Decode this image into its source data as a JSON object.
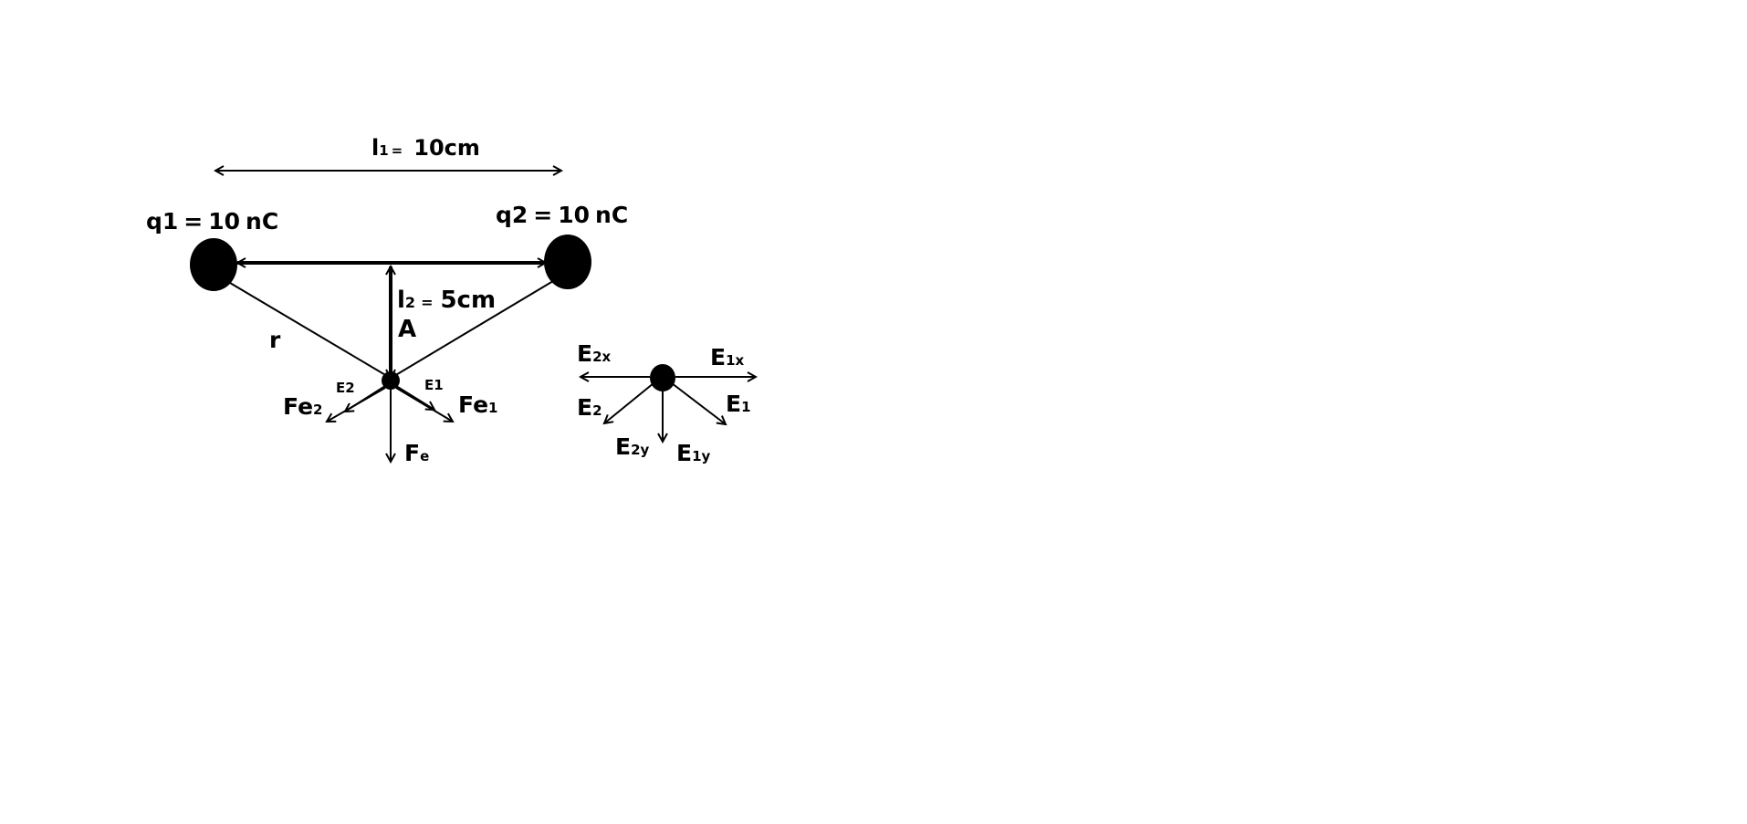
{
  "charges": {
    "q1": {
      "name": "q1",
      "eq": "=",
      "value": "10",
      "unit": "nC"
    },
    "q2": {
      "name": "q2",
      "eq": "=",
      "value": "10",
      "unit": "nC"
    }
  },
  "distances": {
    "l1": {
      "letter": "l",
      "sub": "1",
      "eq": "=",
      "value": "10cm"
    },
    "l2": {
      "letter": "l",
      "sub": "2",
      "eq": "=",
      "value": "5cm"
    }
  },
  "point_label": "A",
  "r_label": "r",
  "force_labels": {
    "fe2": {
      "main": "Fe",
      "sub": "2"
    },
    "fe1": {
      "main": "Fe",
      "sub": "1"
    },
    "fe": {
      "main": "F",
      "sub": "e"
    }
  },
  "small_field_labels": {
    "e2": "E2",
    "e1": "E1"
  },
  "components": {
    "e2x": {
      "main": "E",
      "sub": "2x"
    },
    "e1x": {
      "main": "E",
      "sub": "1x"
    },
    "e2": {
      "main": "E",
      "sub": "2"
    },
    "e1": {
      "main": "E",
      "sub": "1"
    },
    "e2y": {
      "main": "E",
      "sub": "2y"
    },
    "e1y": {
      "main": "E",
      "sub": "1y"
    }
  },
  "colors": {
    "ink": "#000000",
    "background": "#ffffff"
  }
}
